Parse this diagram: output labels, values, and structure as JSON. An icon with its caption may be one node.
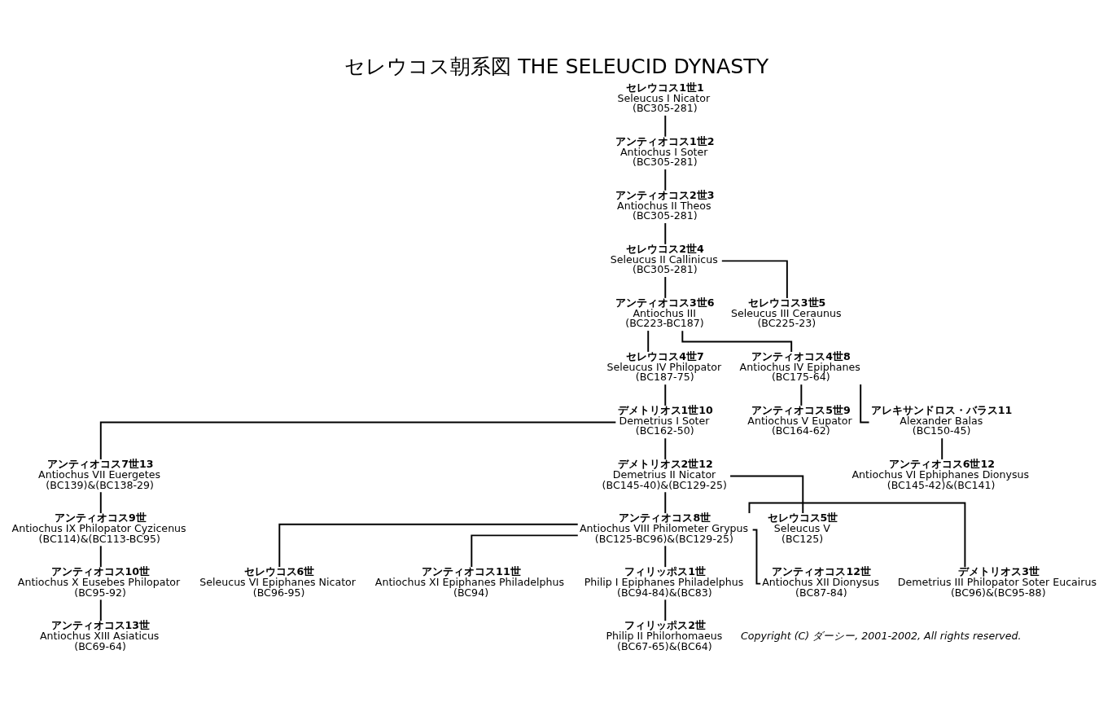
{
  "diagram": {
    "title": "セレウコス朝系図 THE SELEUCID DYNASTY",
    "nodes": [
      {
        "text": [
          "セレウコス1世1",
          "Seleucus I Nicator",
          "(BC305-281)"
        ]
      },
      {
        "text": [
          "アンティオコス1世2",
          "Antiochus I Soter",
          "(BC305-281)"
        ]
      },
      {
        "text": [
          "アンティオコス2世3",
          "Antiochus II Theos",
          "(BC305-281)"
        ]
      },
      {
        "text": [
          "セレウコス2世4",
          "Seleucus II Callinicus",
          "(BC305-281)"
        ]
      },
      {
        "text": [
          "アンティオコス3世6",
          "Antiochus III",
          "(BC223-BC187)"
        ]
      },
      {
        "text": [
          "セレウコス3世5",
          "Seleucus III Ceraunus",
          "(BC225-23)"
        ]
      },
      {
        "text": [
          "セレウコス4世7",
          "Seleucus IV Philopator",
          "(BC187-75)"
        ]
      },
      {
        "text": [
          "アンティオコス4世8",
          "Antiochus IV Epiphanes",
          "(BC175-64)"
        ]
      },
      {
        "text": [
          "デメトリオス1世10",
          "Demetrius I Soter",
          "(BC162-50)"
        ]
      },
      {
        "text": [
          "アンティオコス5世9",
          "Antiochus V Eupator",
          "(BC164-62)"
        ]
      },
      {
        "text": [
          "アレキサンドロス・バラス11",
          "Alexander Balas",
          "(BC150-45)"
        ]
      },
      {
        "text": [
          "アンティオコス7世13",
          "Antiochus VII Euergetes",
          "(BC139)&(BC138-29)"
        ]
      },
      {
        "text": [
          "デメトリオス2世12",
          "Demetrius II Nicator",
          "(BC145-40)&(BC129-25)"
        ]
      },
      {
        "text": [
          "アンティオコス6世12",
          "Antiochus VI Ephiphanes Dionysus",
          "(BC145-42)&(BC141)"
        ]
      },
      {
        "text": [
          "アンティオコス9世",
          "Antiochus IX Philopator Cyzicenus",
          "(BC114)&(BC113-BC95)"
        ]
      },
      {
        "text": [
          "アンティオコス8世",
          "Antiochus VIII Philometer Grypus",
          "(BC125-BC96)&(BC129-25)"
        ]
      },
      {
        "text": [
          "セレウコス5世",
          "Seleucus V",
          "(BC125)"
        ]
      },
      {
        "text": [
          "アンティオコス10世",
          "Antiochus X Eusebes Philopator",
          "(BC95-92)"
        ]
      },
      {
        "text": [
          "セレウコス6世",
          "Seleucus VI Epiphanes Nicator",
          "(BC96-95)"
        ]
      },
      {
        "text": [
          "アンティオコス11世",
          "Antiochus XI Epiphanes Philadelphus",
          "(BC94)"
        ]
      },
      {
        "text": [
          "フィリッポス1世",
          "Philip I Epiphanes Philadelphus",
          "(BC94-84)&(BC83)"
        ]
      },
      {
        "text": [
          "アンティオコス12世",
          "Antiochus XII Dionysus",
          "(BC87-84)"
        ]
      },
      {
        "text": [
          "デメトリオス3世",
          "Demetrius III Philopator Soter Eucairus",
          "(BC96)&(BC95-88)"
        ]
      },
      {
        "text": [
          "アンティオコス13世",
          "Antiochus XIII Asiaticus",
          "(BC69-64)"
        ]
      },
      {
        "text": [
          "フィリッポス2世",
          "Philip II Philorhomaeus",
          "(BC67-65)&(BC64)"
        ]
      }
    ],
    "edges": [
      {
        "from": 0,
        "to": 1,
        "arrow": "none"
      },
      {
        "from": 1,
        "to": 2,
        "arrow": "none"
      },
      {
        "from": 2,
        "to": 3,
        "arrow": "none"
      },
      {
        "from": 3,
        "to": 4,
        "arrow": "none"
      },
      {
        "from": 3,
        "to": 5,
        "arrow": "none"
      },
      {
        "from": 4,
        "to": 6,
        "arrow": "none"
      },
      {
        "from": 4,
        "to": 7,
        "arrow": "none"
      },
      {
        "from": 6,
        "to": 8,
        "arrow": "none"
      },
      {
        "from": 7,
        "to": 9,
        "arrow": "none"
      },
      {
        "from": 7,
        "to": 10,
        "arrow": "none"
      },
      {
        "from": 8,
        "to": 11,
        "arrow": "none"
      },
      {
        "from": 8,
        "to": 12,
        "arrow": "none"
      },
      {
        "from": 10,
        "to": 13,
        "arrow": "none"
      },
      {
        "from": 11,
        "to": 14,
        "arrow": "none"
      },
      {
        "from": 12,
        "to": 15,
        "arrow": "none"
      },
      {
        "from": 12,
        "to": 16,
        "arrow": "none"
      },
      {
        "from": 14,
        "to": 17,
        "arrow": "none"
      },
      {
        "from": 15,
        "to": 18,
        "arrow": "none"
      },
      {
        "from": 15,
        "to": 19,
        "arrow": "none"
      },
      {
        "from": 15,
        "to": 20,
        "arrow": "none"
      },
      {
        "from": 15,
        "to": 21,
        "arrow": "none"
      },
      {
        "from": 15,
        "to": 22,
        "arrow": "none"
      },
      {
        "from": 17,
        "to": 23,
        "arrow": "none"
      },
      {
        "from": 20,
        "to": 24,
        "arrow": "none"
      }
    ],
    "labels": [
      "Copyright (C) ダーシー, 2001-2002, All rights reserved."
    ]
  }
}
